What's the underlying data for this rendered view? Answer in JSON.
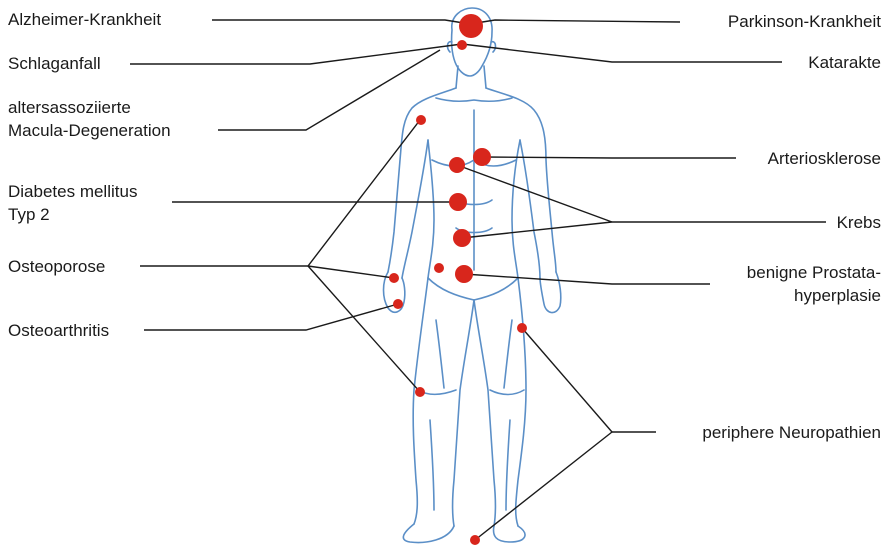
{
  "colors": {
    "outline": "#5b8fc7",
    "dot": "#d8261c",
    "leader": "#1a1a1a"
  },
  "labels": {
    "alzheimer": "Alzheimer-Krankheit",
    "schlaganfall": "Schlaganfall",
    "amd_line1": "altersassoziierte",
    "amd_line2": "Macula-Degeneration",
    "diabetes_line1": "Diabetes mellitus",
    "diabetes_line2": "Typ 2",
    "osteoporose": "Osteoporose",
    "osteoarthritis": "Osteoarthritis",
    "parkinson": "Parkinson-Krankheit",
    "katarakte": "Katarakte",
    "arteriosklerose": "Arteriosklerose",
    "krebs": "Krebs",
    "prostata_line1": "benigne Prostata-",
    "prostata_line2": "hyperplasie",
    "neuropathien": "periphere Neuropathien"
  }
}
